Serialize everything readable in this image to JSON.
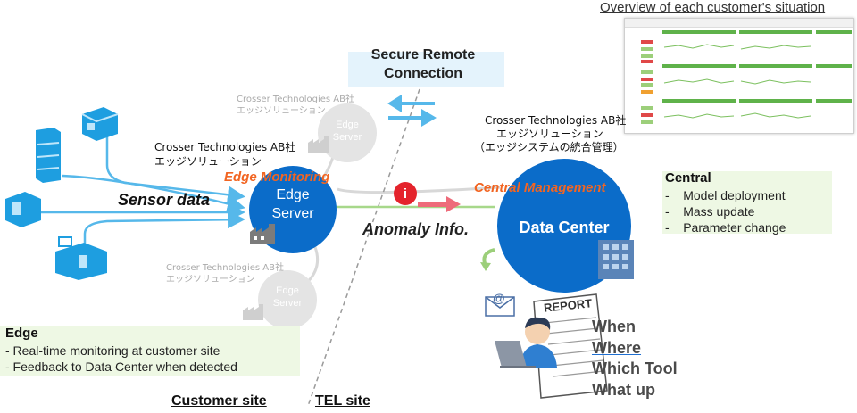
{
  "overview": {
    "title": "Overview of each customer's situation"
  },
  "remote": {
    "title_line1": "Secure Remote",
    "title_line2": "Connection"
  },
  "edge_servers": [
    {
      "company": "Crosser Technologies AB社",
      "solution": "エッジソリューション",
      "label_line1": "Edge",
      "label_line2": "Server"
    },
    {
      "company": "Crosser Technologies AB社",
      "solution": "エッジソリューション",
      "label_line1": "Edge",
      "label_line2": "Server"
    }
  ],
  "main_edge": {
    "company": "Crosser Technologies AB社",
    "solution": "エッジソリューション",
    "title": "Edge Monitoring",
    "label_line1": "Edge",
    "label_line2": "Server"
  },
  "sensor": {
    "label": "Sensor data"
  },
  "anomaly": {
    "label": "Anomaly Info.",
    "icon_glyph": "i"
  },
  "data_center": {
    "company": "Crosser Technologies AB社",
    "solution": "エッジソリューション",
    "subtitle": "（エッジシステムの統合管理）",
    "title": "Central Management",
    "label": "Data Center"
  },
  "central": {
    "heading": "Central",
    "items": [
      "-    Model deployment",
      "-    Mass update",
      "-    Parameter change"
    ]
  },
  "edge_panel": {
    "heading": "Edge",
    "items": [
      "- Real-time monitoring at customer site",
      "- Feedback to Data Center when detected"
    ]
  },
  "report": {
    "paper_label": "REPORT",
    "email_glyph": "@",
    "questions": [
      "When",
      "Where",
      "Which Tool",
      "What up"
    ]
  },
  "sites": {
    "customer": "Customer site",
    "tel": "TEL site"
  },
  "colors": {
    "circle_blue": "#0b6cc9",
    "title_orange": "#f26522",
    "panel_green": "#eef8e4",
    "sensor_line": "#56b8ea",
    "alert_red": "#e4232c"
  }
}
